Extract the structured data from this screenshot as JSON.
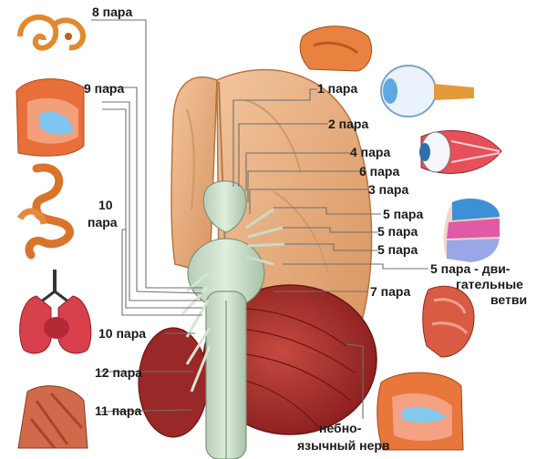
{
  "labels": {
    "p8": "8 пара",
    "p9": "9 пара",
    "p10a": "10",
    "p10b": "пара",
    "p10c": "10 пара",
    "p12": "12 пара",
    "p11": "11 пара",
    "p1": "1 пара",
    "p2": "2 пара",
    "p4": "4 пара",
    "p6": "6 пара",
    "p3": "3 пара",
    "p5a": "5 пара",
    "p5b": "5 пара",
    "p5c": "5 пара",
    "p5m1": "5 пара - дви-",
    "p5m2": "гательные",
    "p5m3": "ветви",
    "p7": "7 пара",
    "n1": "небно-",
    "n2": "язычный нерв"
  }
}
